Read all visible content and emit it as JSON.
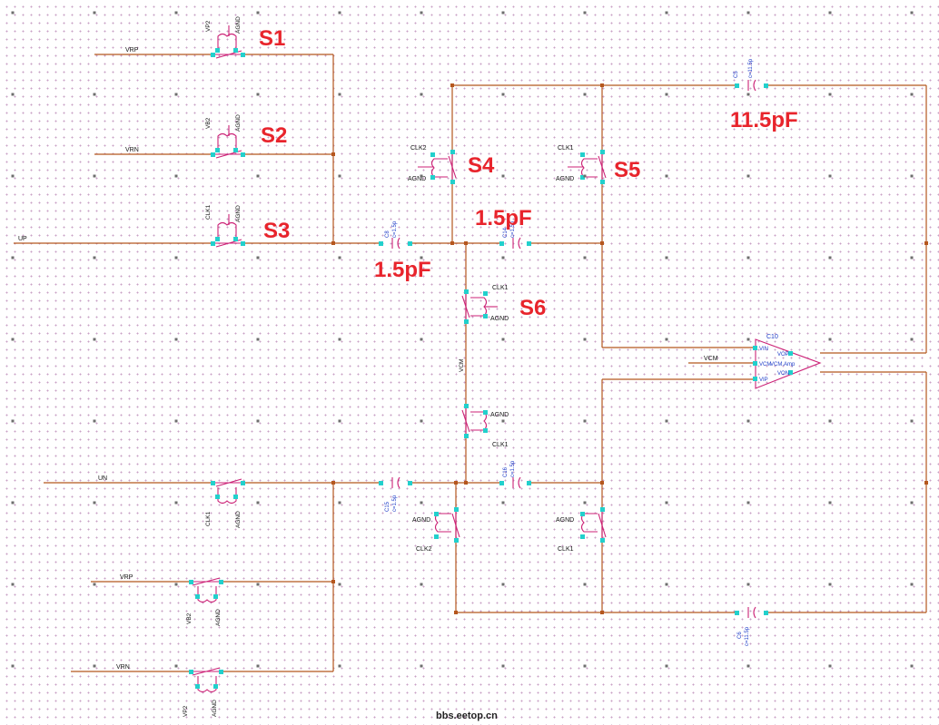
{
  "annotations": {
    "s1": "S1",
    "s2": "S2",
    "s3": "S3",
    "s4": "S4",
    "s5": "S5",
    "s6": "S6",
    "cap_top_feedback": "11.5pF",
    "cap_mid": "1.5pF",
    "cap_input": "1.5pF"
  },
  "nets": {
    "vrp": "VRP",
    "vrn": "VRN",
    "up": "UP",
    "un": "UN",
    "vcm": "VCM",
    "vcm_amp": "VCM",
    "clk1": "CLK1",
    "clk2": "CLK2",
    "agnd": "AGND",
    "vp2": "VP2",
    "vb2": "VB2"
  },
  "amplifier": {
    "ref": "C10",
    "name": "VCM.Amp",
    "pin_vin": "VIN",
    "pin_vcm": "VCM",
    "pin_vip": "VIP",
    "pin_vop": "VOP",
    "pin_von": "VON"
  },
  "caps": {
    "top_feedback_ref": "C5",
    "top_feedback_value": "c=11.5p",
    "bottom_feedback_ref": "C6",
    "bottom_feedback_value": "c=11.5p",
    "top_input_ref": "C8",
    "top_input_value": "c=1.5p",
    "top_mid_ref": "C14",
    "top_mid_value": "c=1.5p",
    "bottom_input_ref": "C15",
    "bottom_input_value": "c=1.5p",
    "bottom_mid_ref": "C16",
    "bottom_mid_value": "c=1.5p"
  },
  "watermark": "bbs.eetop.cn"
}
